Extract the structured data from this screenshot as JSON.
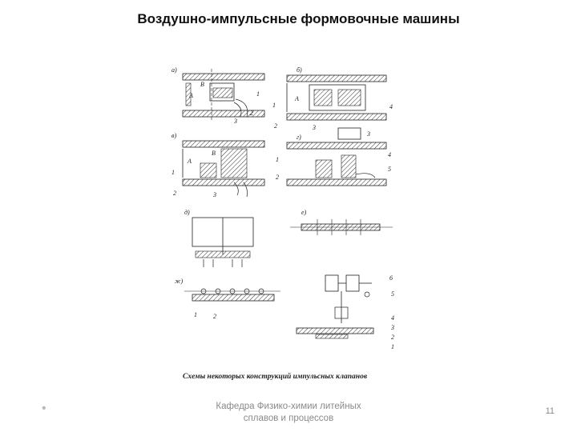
{
  "slide": {
    "title": "Воздушно-импульсные формовочные машины",
    "caption": "Схемы некоторых конструкций импульсных клапанов",
    "footer_bullet": "•",
    "footer_line1": "Кафедра Физико-химии литейных",
    "footer_line2": "сплавов и процессов",
    "page_number": "11"
  },
  "figure": {
    "panel_labels": [
      "а)",
      "б)",
      "в)",
      "г)",
      "д)",
      "е)",
      "ж)"
    ],
    "chamber_labels": [
      "A",
      "B"
    ],
    "part_numbers": [
      "1",
      "2",
      "3",
      "4",
      "5",
      "6"
    ]
  }
}
